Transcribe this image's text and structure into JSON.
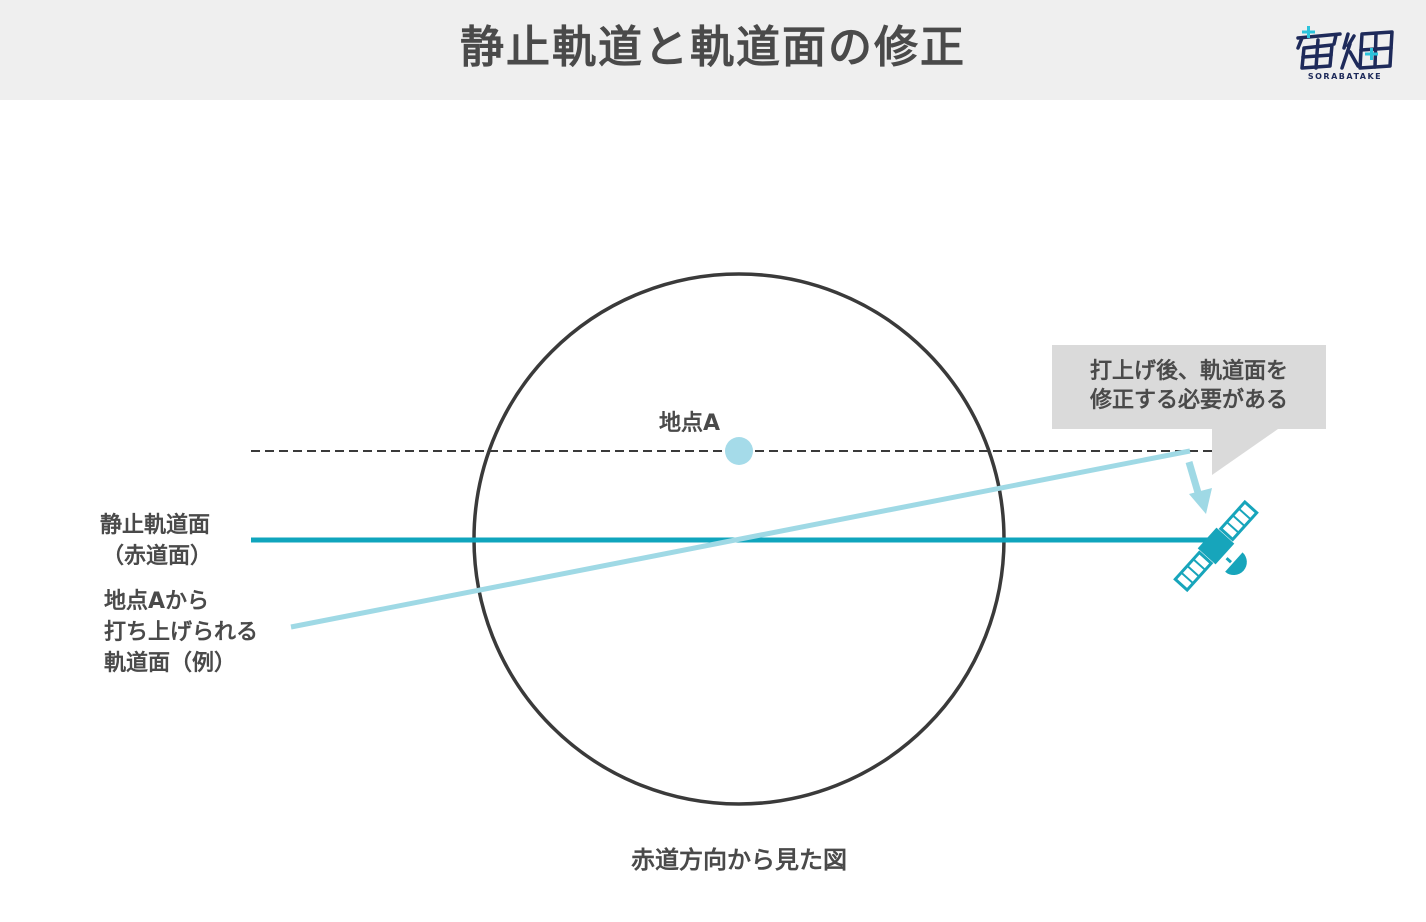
{
  "title": "静止軌道と軌道面の修正",
  "logo": {
    "text": "SORABATAKE",
    "icon": "sorabatake-logo-icon"
  },
  "labels": {
    "point_a": "地点A",
    "geo_plane_line1": "静止軌道面",
    "geo_plane_line2": "（赤道面）",
    "launch_plane_line1": "地点Aから",
    "launch_plane_line2": "打ち上げられる",
    "launch_plane_line3": "軌道面（例）"
  },
  "callout": {
    "line1": "打上げ後、軌道面を",
    "line2": "修正する必要がある"
  },
  "caption": "赤道方向から見た図",
  "icons": {
    "satellite": "satellite-icon",
    "arrow": "arrow-down-icon"
  },
  "colors": {
    "header_bg": "#efefef",
    "text": "#4a4a4a",
    "geo_line": "#10a5bd",
    "launch_line": "#9fd9e5",
    "point_a": "#a5dbe9",
    "earth_outline": "#3a3a3a",
    "callout_bg": "#dadada",
    "satellite": "#17a5bb",
    "logo_navy": "#1e2a5a",
    "logo_cyan": "#2cc3dc"
  }
}
